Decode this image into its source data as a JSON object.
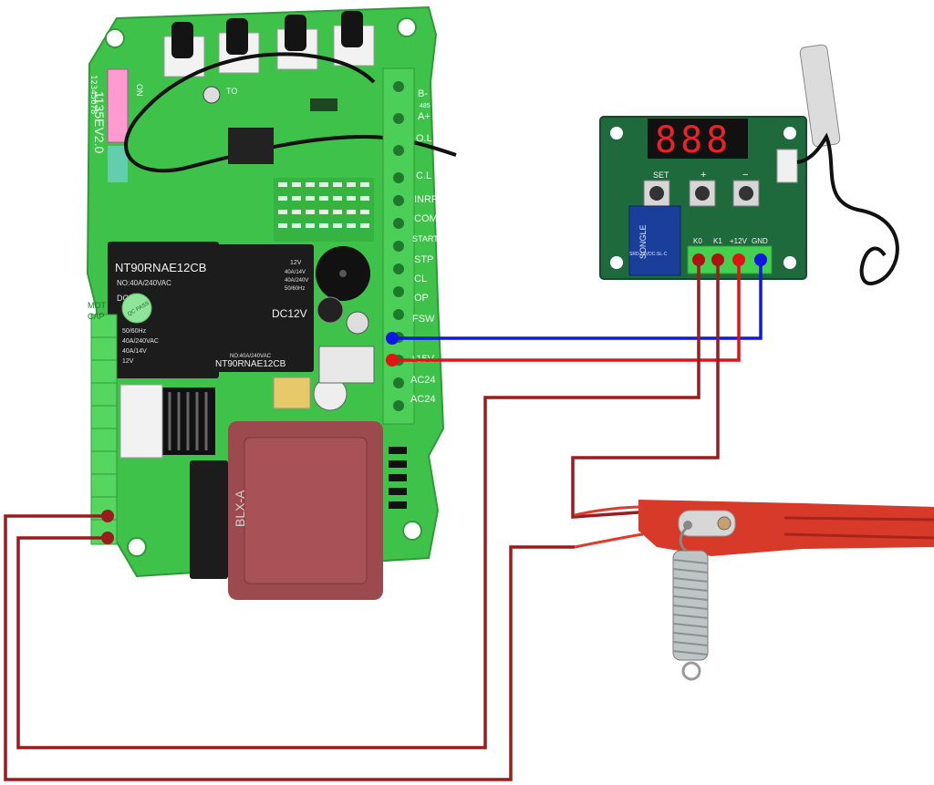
{
  "colors": {
    "pcb_green": "#3ec24a",
    "pcb_green_dark": "#2f9a3a",
    "thermostat_pcb": "#1f6a3c",
    "wire_blue": "#1018e0",
    "wire_red": "#e01414",
    "wire_maroon": "#9a1c1c",
    "heater_red": "#d83a2a",
    "transformer": "#9c4a4e",
    "relay_black": "#1c1c1c",
    "led_red": "#e8232a"
  },
  "controller": {
    "dip_label": "ON",
    "dip_numbers": "12345678",
    "side_code": "1135EV2.0",
    "relay_top": {
      "model": "NT90RNAE12CB",
      "rating": "NO:40A/240VAC",
      "line1": "DC",
      "line2": "50/60Hz",
      "line3": "40A/240VAC",
      "line4": "40A/14V",
      "line5": "12V"
    },
    "relay_right": {
      "mark": "12V",
      "line1": "40A/14V",
      "line2": "40A/240V",
      "line3": "50/60Hz",
      "voltage": "DC12V",
      "model": "NT90RNAE12CB",
      "rating": "NO:40A/240VAC"
    },
    "badge": "QC PASS",
    "fuse_label": "BLX-A",
    "top_label": "TO",
    "left_label": "MOT",
    "left_label2": "CAP",
    "terminals": [
      "B-",
      "485",
      "A+",
      "O.L",
      "C.L",
      "INRF",
      "COM",
      "START",
      "STP",
      "CL",
      "OP",
      "FSW",
      "+15V",
      "AC24",
      "AC24"
    ]
  },
  "thermostat": {
    "display": "888",
    "button_labels": [
      "SET",
      "+",
      "−"
    ],
    "terminal_labels": [
      "K0",
      "K1",
      "+12V",
      "GND"
    ],
    "relay_text": "SONGLE",
    "relay_sub": "SRD-12VDC-SL-C"
  },
  "icons": {
    "sensor": "temperature-probe-icon",
    "heater": "heating-pad-icon",
    "spring": "tension-spring-icon"
  }
}
